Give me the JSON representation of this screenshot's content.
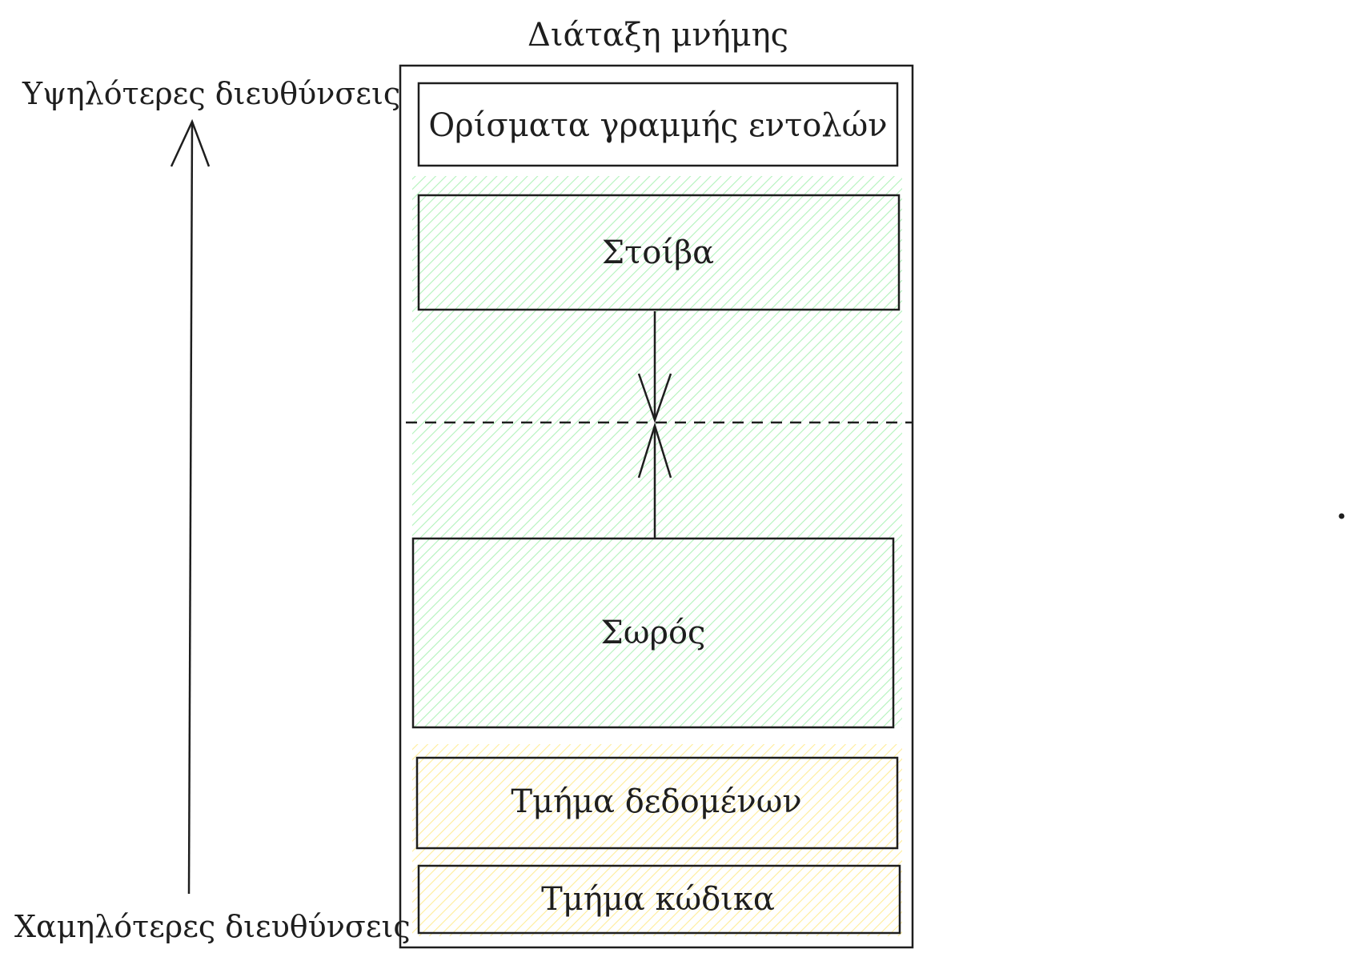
{
  "diagram": {
    "title": "Διάταξη μνήμης",
    "side_labels": {
      "higher": "Υψηλότερες διευθύνσεις",
      "lower": "Χαμηλότερες διευθύνσεις"
    },
    "blocks": {
      "args": "Ορίσματα γραμμής εντολών",
      "stack": "Στοίβα",
      "heap": "Σωρός",
      "data": "Τμήμα δεδομένων",
      "code": "Τμήμα κώδικα"
    },
    "colors": {
      "ink": "#1e1e1e",
      "dynamic_region_hatch": "#b2f2bb",
      "static_region_hatch": "#ffec99"
    },
    "icons": {
      "address_axis": "arrow-up-icon",
      "stack_growth": "arrow-down-icon",
      "heap_growth": "arrow-up-icon"
    }
  }
}
